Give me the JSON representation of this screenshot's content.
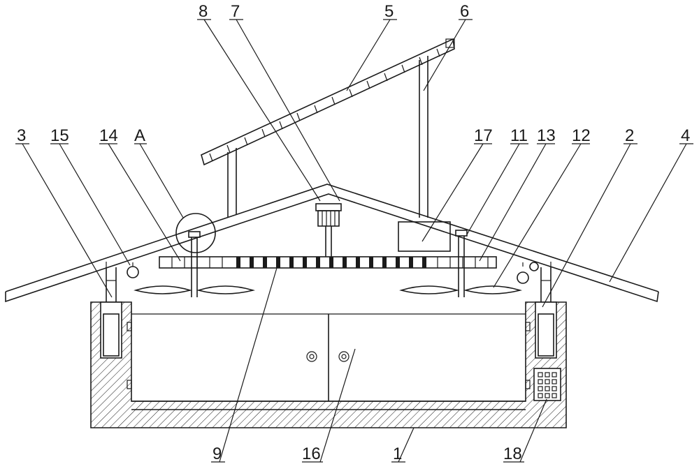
{
  "labels": {
    "n1": "1",
    "n2": "2",
    "n3": "3",
    "n4": "4",
    "n5": "5",
    "n6": "6",
    "n7": "7",
    "n8": "8",
    "n9": "9",
    "n11": "11",
    "n12": "12",
    "n13": "13",
    "n14": "14",
    "n15": "15",
    "n16": "16",
    "n17": "17",
    "n18": "18",
    "nA": "A"
  }
}
